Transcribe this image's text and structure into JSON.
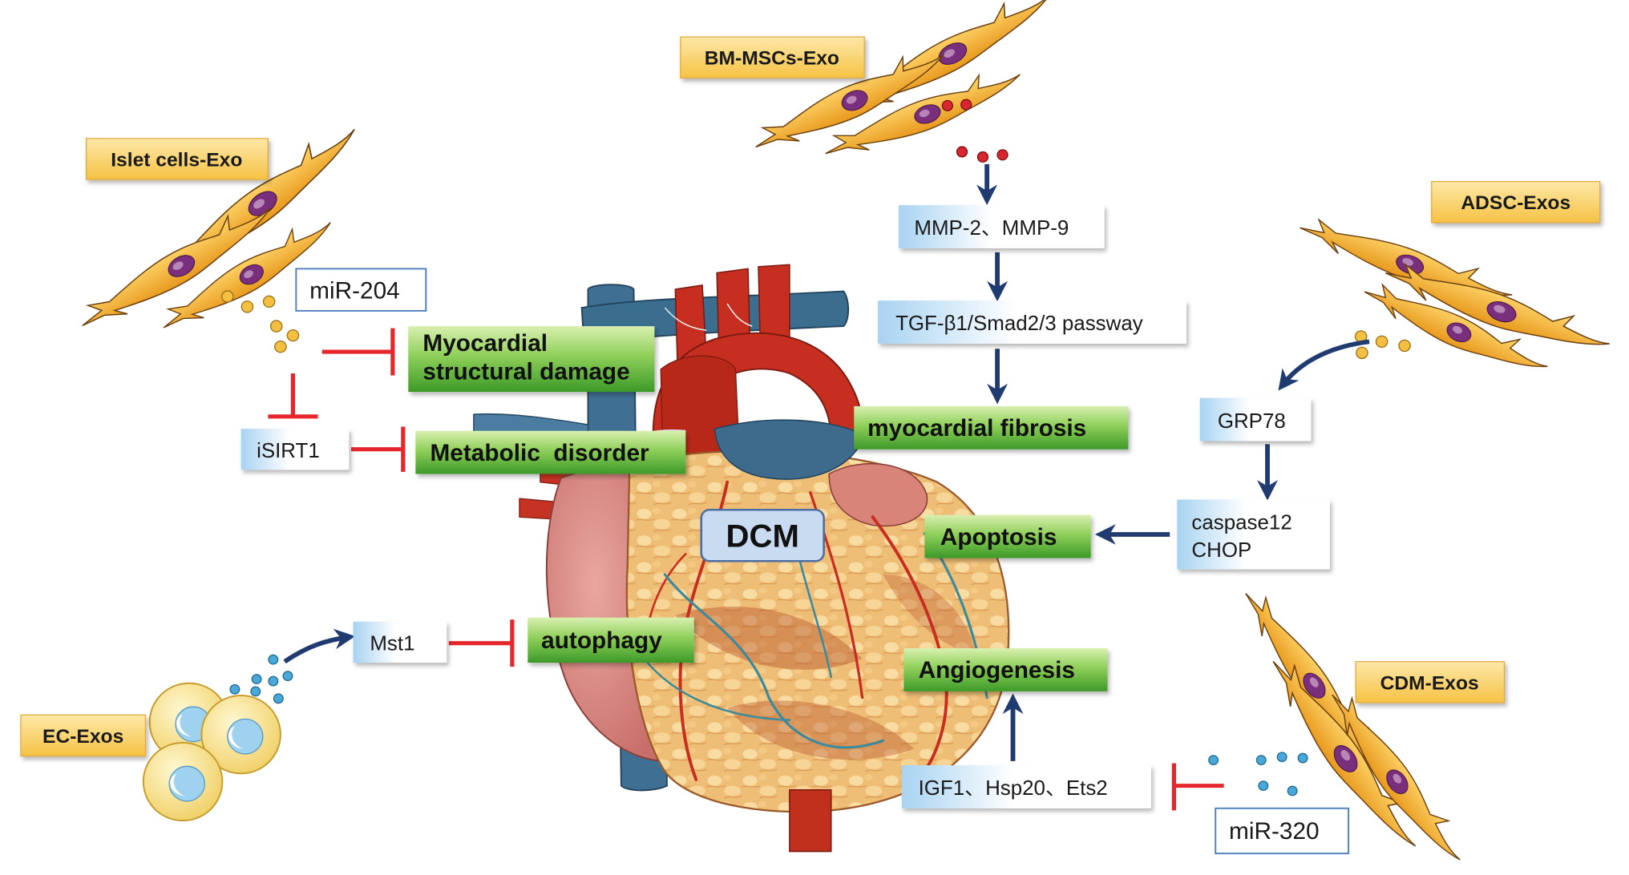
{
  "sources": {
    "bm_mscs": "BM-MSCs-Exo",
    "islet": "Islet cells-Exo",
    "adsc": "ADSC-Exos",
    "cdm": "CDM-Exos",
    "ec": "EC-Exos"
  },
  "mirnas": {
    "mir204": "miR-204",
    "mir320": "miR-320"
  },
  "mediators": {
    "mmp": "MMP-2、MMP-9",
    "tgf": "TGF-β1/Smad2/3 passway",
    "grp78": "GRP78",
    "caspase_line1": "caspase12",
    "caspase_line2": "CHOP",
    "isirt1": "iSIRT1",
    "mst1": "Mst1",
    "igf": "IGF1、Hsp20、Ets2"
  },
  "effects": {
    "structural_line1": "Myocardial",
    "structural_line2": "structural damage",
    "metabolic": "Metabolic  disorder",
    "fibrosis": "myocardial fibrosis",
    "apoptosis": "Apoptosis",
    "autophagy": "autophagy",
    "angiogenesis": "Angiogenesis"
  },
  "center": {
    "label": "DCM"
  },
  "colors": {
    "activate_arrow": "#1f3b70",
    "inhibit": "#e5262a",
    "source_label": "#fbd46e",
    "effect_label": "#5fb33c",
    "mediator_label": "#b3daf4"
  }
}
